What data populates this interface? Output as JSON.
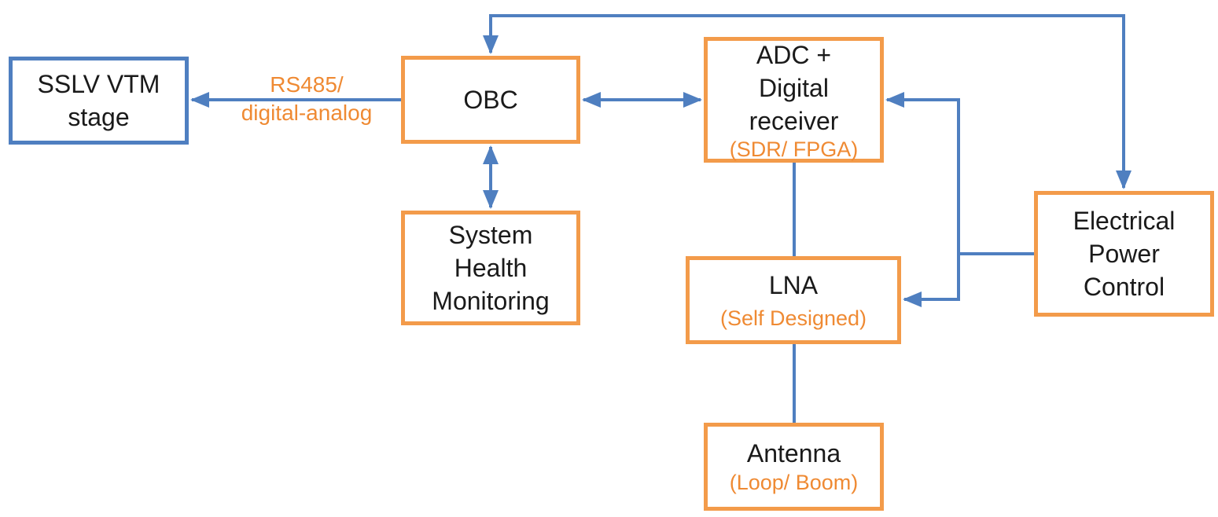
{
  "blocks": {
    "sslv": {
      "lines": [
        "SSLV VTM",
        "stage"
      ]
    },
    "obc": {
      "lines": [
        "OBC"
      ]
    },
    "adc": {
      "lines": [
        "ADC +",
        "Digital",
        "receiver"
      ],
      "sub": "(SDR/ FPGA)"
    },
    "system_health": {
      "lines": [
        "System",
        "Health",
        "Monitoring"
      ]
    },
    "power": {
      "lines": [
        "Electrical",
        "Power",
        "Control"
      ]
    },
    "lna": {
      "lines": [
        "LNA"
      ],
      "sub": "(Self Designed)"
    },
    "antenna": {
      "lines": [
        "Antenna"
      ],
      "sub": "(Loop/ Boom)"
    }
  },
  "edges": {
    "obc_to_sslv": {
      "label": [
        "RS485/",
        "digital-analog"
      ]
    }
  },
  "colors": {
    "block_border": "#f39b4a",
    "external_border": "#4f7fc0",
    "connector": "#4f7fc0",
    "annotation_text": "#ef8a33",
    "block_text": "#1a1a1a"
  }
}
